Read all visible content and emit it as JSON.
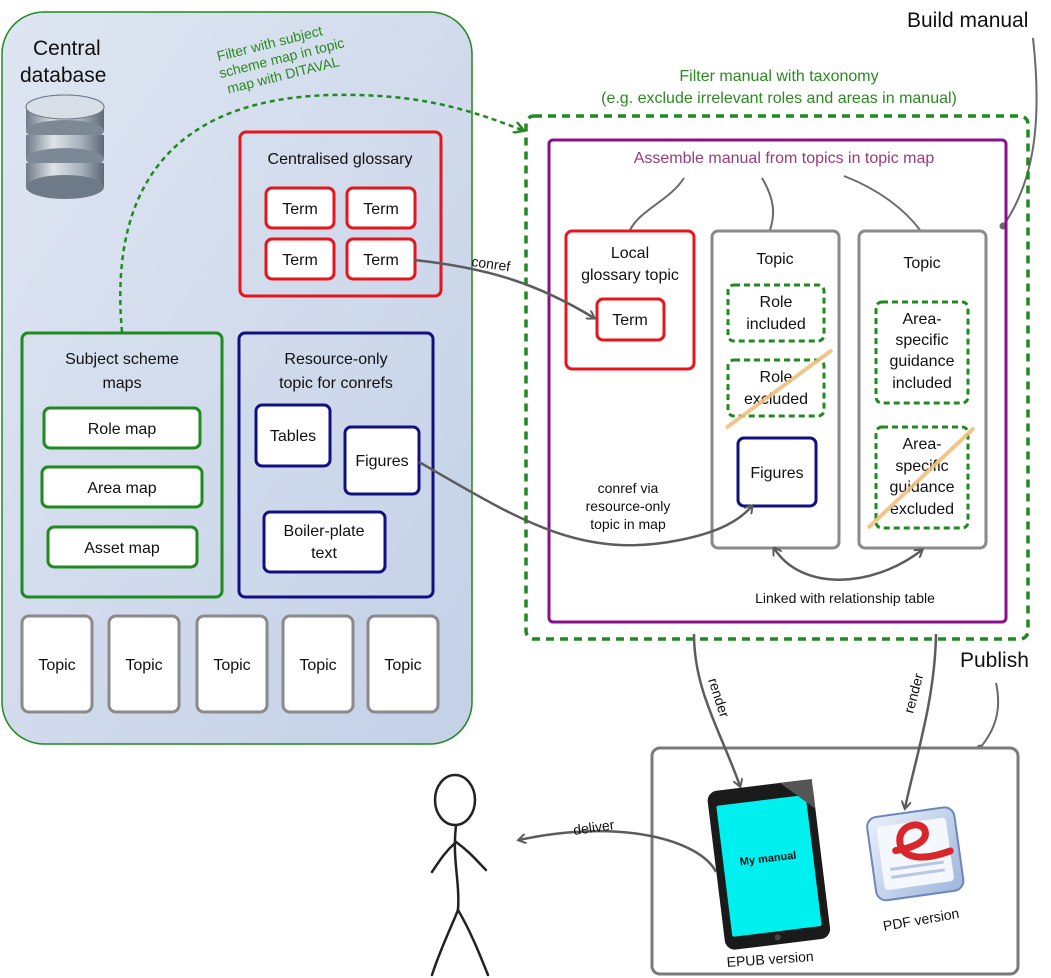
{
  "central": {
    "title_line1": "Central",
    "title_line2": "database",
    "filter_line1": "Filter with subject",
    "filter_line2": "scheme map in topic",
    "filter_line3": "map with DITAVAL"
  },
  "glossary": {
    "title": "Centralised glossary",
    "terms": [
      "Term",
      "Term",
      "Term",
      "Term"
    ]
  },
  "subject_scheme": {
    "title_line1": "Subject scheme",
    "title_line2": "maps",
    "maps": [
      "Role map",
      "Area map",
      "Asset map"
    ]
  },
  "resource_only": {
    "title_line1": "Resource-only",
    "title_line2": "topic for conrefs",
    "tables": "Tables",
    "figures": "Figures",
    "boiler_line1": "Boiler-plate",
    "boiler_line2": "text"
  },
  "topics_row": [
    "Topic",
    "Topic",
    "Topic",
    "Topic",
    "Topic"
  ],
  "build": {
    "build_manual": "Build manual",
    "filter_line1": "Filter manual with taxonomy",
    "filter_line2": "(e.g. exclude irrelevant roles and areas in manual)",
    "assemble": "Assemble manual from topics in topic map"
  },
  "local_glossary": {
    "title_line1": "Local",
    "title_line2": "glossary topic",
    "term": "Term"
  },
  "topic_a": {
    "title": "Topic",
    "role_included_1": "Role",
    "role_included_2": "included",
    "role_excluded_1": "Role",
    "role_excluded_2": "excluded",
    "figures": "Figures"
  },
  "topic_b": {
    "title": "Topic",
    "inc_1": "Area-",
    "inc_2": "specific",
    "inc_3": "guidance",
    "inc_4": "included",
    "exc_1": "Area-",
    "exc_2": "specific",
    "exc_3": "guidance",
    "exc_4": "excluded"
  },
  "labels": {
    "conref": "conref",
    "conref_via_1": "conref via",
    "conref_via_2": "resource-only",
    "conref_via_3": "topic in map",
    "linked": "Linked with relationship table",
    "render1": "render",
    "render2": "render",
    "deliver": "deliver",
    "publish": "Publish"
  },
  "outputs": {
    "epub_screen": "My manual",
    "epub_label": "EPUB version",
    "pdf_label": "PDF version"
  },
  "colors": {
    "red": "#e8141c",
    "navy": "#101080",
    "green": "#1f8a1f",
    "purple": "#8a0f8a",
    "gray": "#7a7a7a",
    "db_panel": "#cdd8ea",
    "cyan": "#00f0f0"
  }
}
